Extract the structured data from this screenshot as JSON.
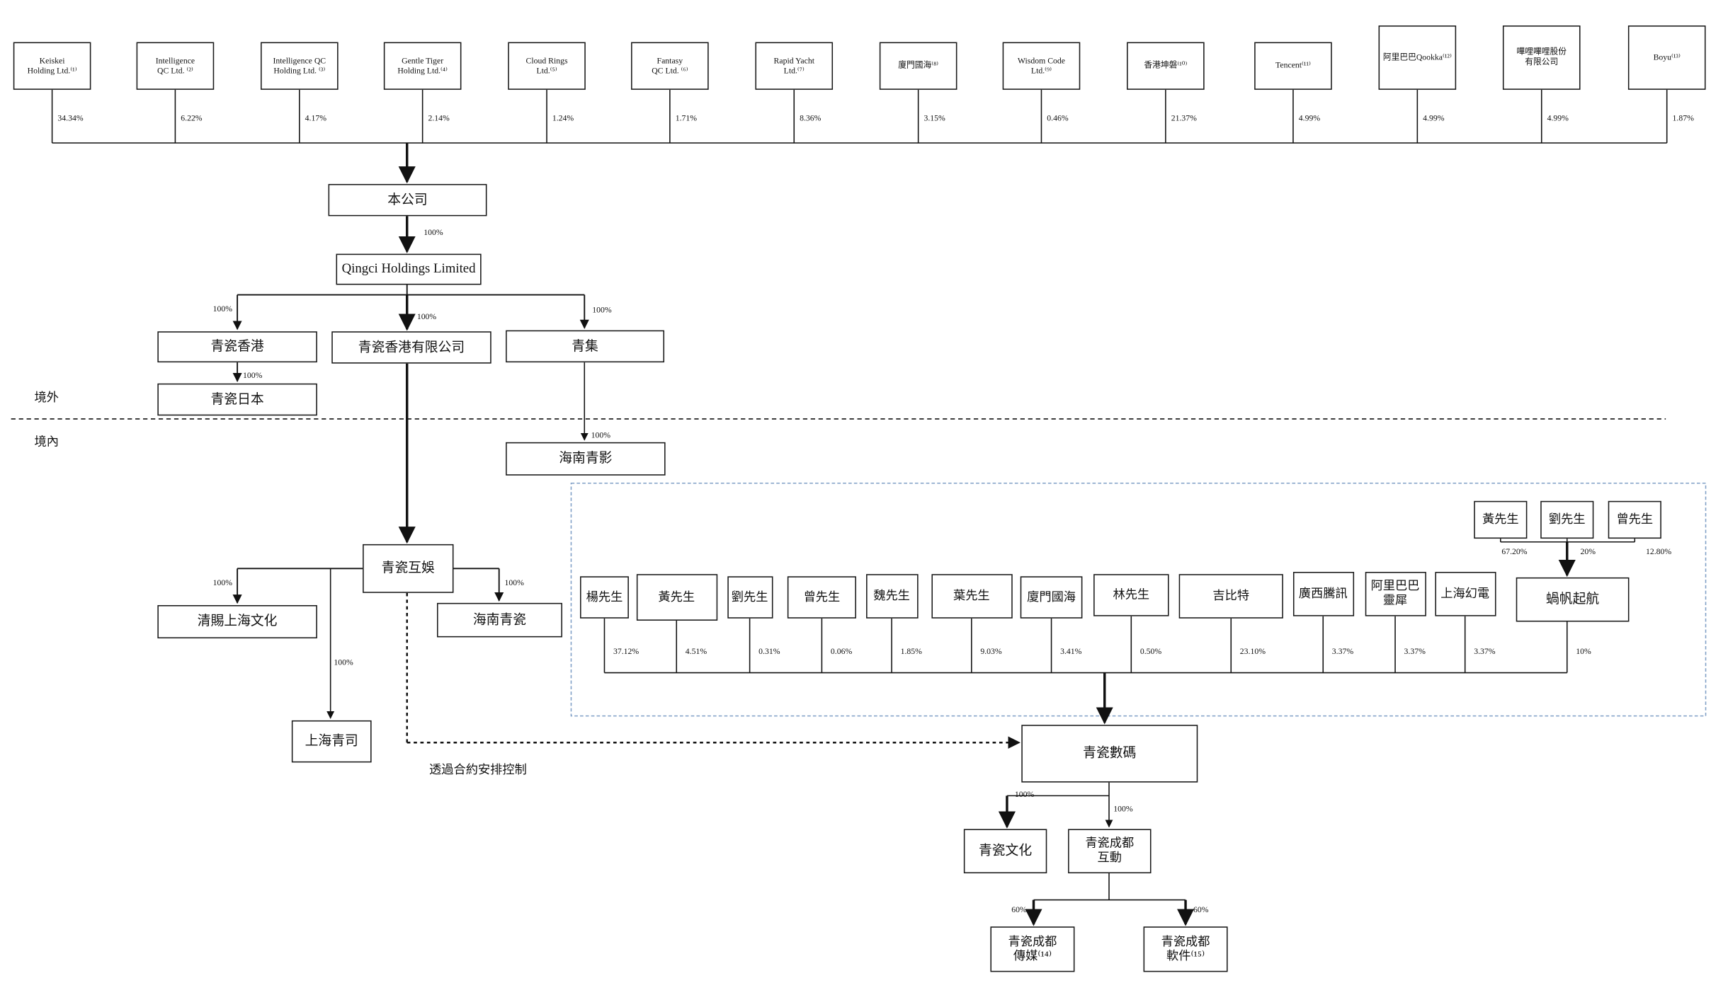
{
  "shareholders": [
    {
      "name": "Keiskei\nHolding Ltd.⁽¹⁾",
      "pct": "34.34%"
    },
    {
      "name": "Intelligence\nQC Ltd. ⁽²⁾",
      "pct": "6.22%"
    },
    {
      "name": "Intelligence QC\nHolding Ltd. ⁽³⁾",
      "pct": "4.17%"
    },
    {
      "name": "Gentle Tiger\nHolding Ltd.⁽⁴⁾",
      "pct": "2.14%"
    },
    {
      "name": "Cloud Rings\nLtd.⁽⁵⁾",
      "pct": "1.24%"
    },
    {
      "name": "Fantasy\nQC Ltd. ⁽⁶⁾",
      "pct": "1.71%"
    },
    {
      "name": "Rapid Yacht\nLtd.⁽⁷⁾",
      "pct": "8.36%"
    },
    {
      "name": "廈門國海⁽⁸⁾",
      "pct": "3.15%"
    },
    {
      "name": "Wisdom Code\nLtd.⁽⁹⁾",
      "pct": "0.46%"
    },
    {
      "name": "香港坤磐⁽¹⁰⁾",
      "pct": "21.37%"
    },
    {
      "name": "Tencent⁽¹¹⁾",
      "pct": "4.99%"
    },
    {
      "name": "阿里巴巴Qookka⁽¹²⁾",
      "pct": "4.99%"
    },
    {
      "name": "嗶哩嗶哩股份\n有限公司",
      "pct": "4.99%"
    },
    {
      "name": "Boyu⁽¹³⁾",
      "pct": "1.87%"
    }
  ],
  "company": "本公司",
  "holdings": "Qingci Holdings Limited",
  "hk1": "青瓷香港",
  "hk2": "青瓷香港有限公司",
  "qingji": "青集",
  "japan": "青瓷日本",
  "hainan_qy": "海南青影",
  "huyu": "青瓷互娛",
  "sh_culture": "清賜上海文化",
  "hainan_qc": "海南青瓷",
  "sh_qingsi": "上海青司",
  "zone_outside": "境外",
  "zone_inside": "境內",
  "vie_note": "透過合約安排控制",
  "domestic": [
    {
      "name": "楊先生",
      "pct": "37.12%"
    },
    {
      "name": "黃先生",
      "pct": "4.51%"
    },
    {
      "name": "劉先生",
      "pct": "0.31%"
    },
    {
      "name": "曾先生",
      "pct": "0.06%"
    },
    {
      "name": "魏先生",
      "pct": "1.85%"
    },
    {
      "name": "葉先生",
      "pct": "9.03%"
    },
    {
      "name": "廈門國海",
      "pct": "3.41%"
    },
    {
      "name": "林先生",
      "pct": "0.50%"
    },
    {
      "name": "吉比特",
      "pct": "23.10%"
    },
    {
      "name": "廣西騰訊",
      "pct": "3.37%"
    },
    {
      "name": "阿里巴巴\n靈犀",
      "pct": "3.37%"
    },
    {
      "name": "上海幻電",
      "pct": "3.37%"
    },
    {
      "name": "蝸帆起航",
      "pct": "10%"
    }
  ],
  "woofan_owners": [
    {
      "name": "黃先生",
      "pct": "67.20%"
    },
    {
      "name": "劉先生",
      "pct": "20%"
    },
    {
      "name": "曾先生",
      "pct": "12.80%"
    }
  ],
  "shuma": "青瓷數碼",
  "wenhua": "青瓷文化",
  "cd_hudong": "青瓷成都\n互動",
  "cd_media": "青瓷成都\n傳媒⁽¹⁴⁾",
  "cd_soft": "青瓷成都\n軟件⁽¹⁵⁾",
  "pcts": {
    "p100": "100%",
    "p60": "60%"
  }
}
